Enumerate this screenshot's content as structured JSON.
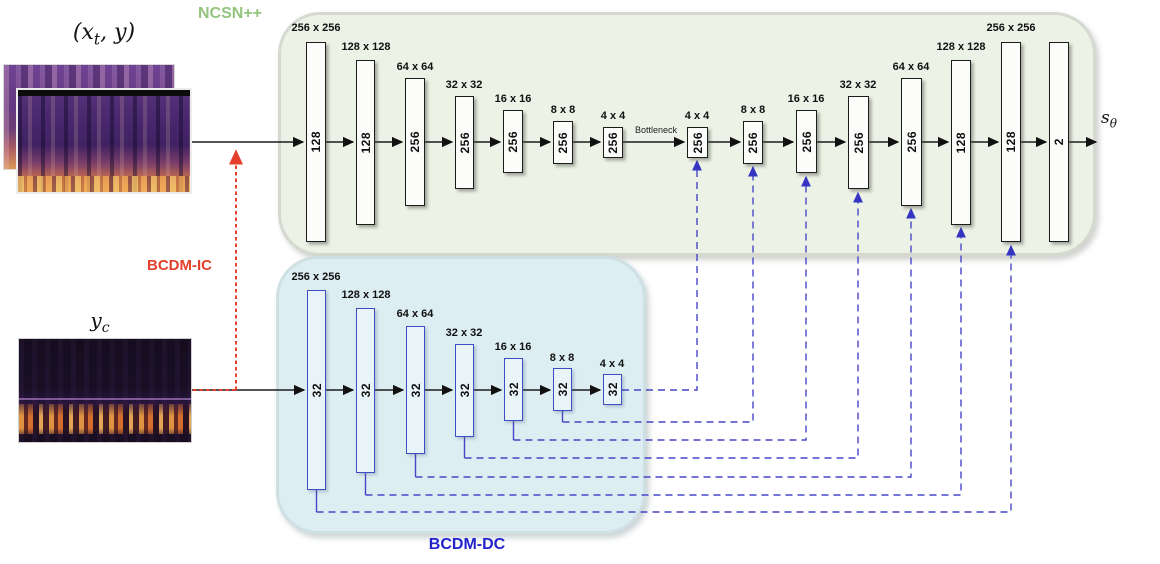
{
  "labels": {
    "ncsn": "NCSN++",
    "bcdm_ic": "BCDM-IC",
    "bcdm_dc": "BCDM-DC",
    "bottleneck": "Bottleneck",
    "input_top_pre": "(x",
    "input_top_sub": "t",
    "input_top_post": ", y)",
    "cond_pre": "y",
    "cond_sub": "c",
    "output_pre": "s",
    "output_sub": "θ"
  },
  "colors": {
    "ncsn_label": "#93c47d",
    "ncsn_fill": "#edf2e6",
    "dc_fill": "#ddeef3",
    "dc_stroke": "#3c4ec2",
    "skip_dash": "#4747c6",
    "ic_red": "#e4402c",
    "dc_label_blue": "#2323cc"
  },
  "unet": {
    "boxes": [
      {
        "channels": "128",
        "dim": "256 x 256"
      },
      {
        "channels": "128",
        "dim": "128 x 128"
      },
      {
        "channels": "256",
        "dim": "64 x 64"
      },
      {
        "channels": "256",
        "dim": "32 x 32"
      },
      {
        "channels": "256",
        "dim": "16 x 16"
      },
      {
        "channels": "256",
        "dim": "8 x 8"
      },
      {
        "channels": "256",
        "dim": "4 x 4"
      },
      {
        "channels": "256",
        "dim": "4 x 4"
      },
      {
        "channels": "256",
        "dim": "8 x 8"
      },
      {
        "channels": "256",
        "dim": "16 x 16"
      },
      {
        "channels": "256",
        "dim": "32 x 32"
      },
      {
        "channels": "256",
        "dim": "64 x 64"
      },
      {
        "channels": "128",
        "dim": "128 x 128"
      },
      {
        "channels": "128",
        "dim": "256 x 256"
      },
      {
        "channels": "2",
        "dim": ""
      }
    ]
  },
  "dc": {
    "boxes": [
      {
        "channels": "32",
        "dim": "256 x 256"
      },
      {
        "channels": "32",
        "dim": "128 x 128"
      },
      {
        "channels": "32",
        "dim": "64 x 64"
      },
      {
        "channels": "32",
        "dim": "32 x 32"
      },
      {
        "channels": "32",
        "dim": "16 x 16"
      },
      {
        "channels": "32",
        "dim": "8 x 8"
      },
      {
        "channels": "32",
        "dim": "4 x 4"
      }
    ]
  }
}
